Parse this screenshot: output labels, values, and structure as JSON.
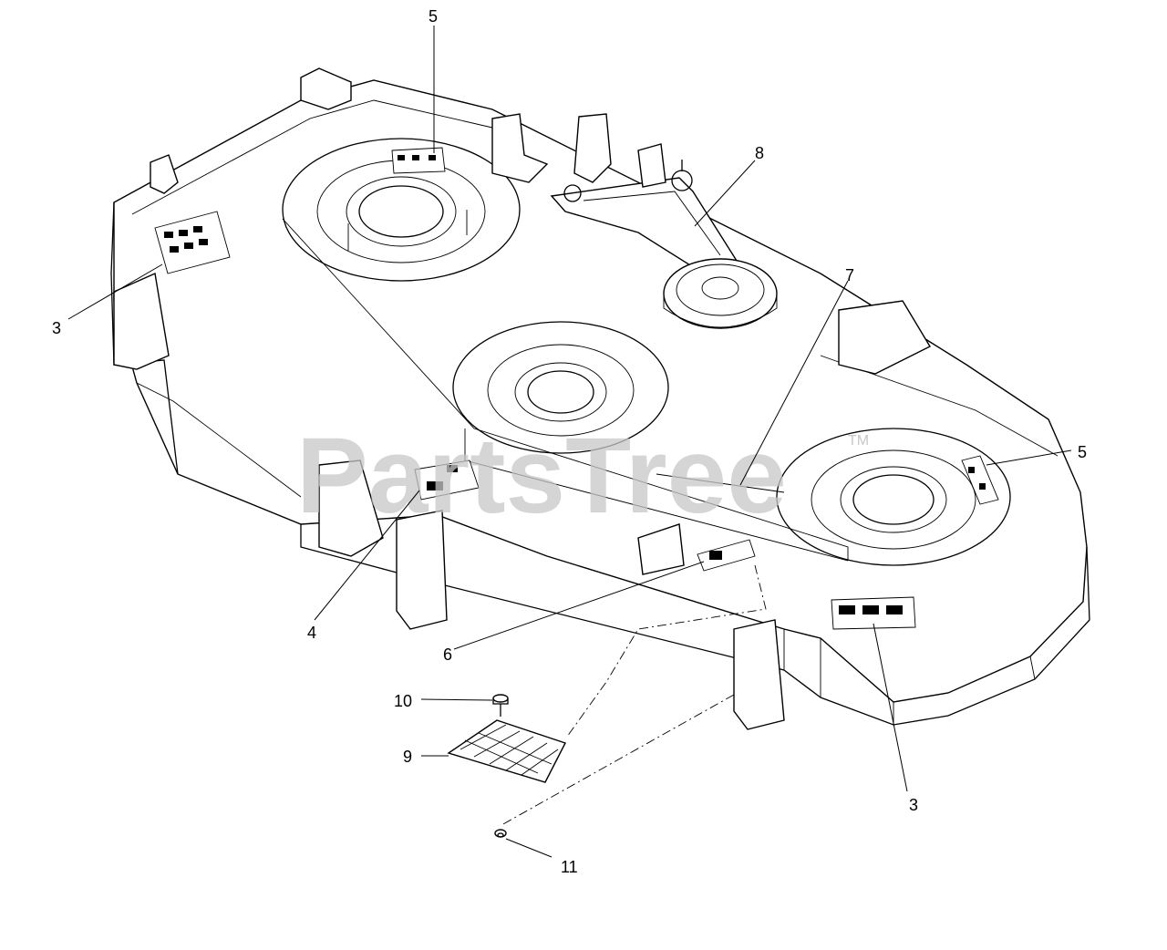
{
  "watermark": {
    "text": "PartsTree",
    "trademark": "TM"
  },
  "callouts": [
    {
      "id": "c5a",
      "label": "5"
    },
    {
      "id": "c8",
      "label": "8"
    },
    {
      "id": "c7",
      "label": "7"
    },
    {
      "id": "c3a",
      "label": "3"
    },
    {
      "id": "c5b",
      "label": "5"
    },
    {
      "id": "c4",
      "label": "4"
    },
    {
      "id": "c6",
      "label": "6"
    },
    {
      "id": "c3b",
      "label": "3"
    },
    {
      "id": "c10",
      "label": "10"
    },
    {
      "id": "c9",
      "label": "9"
    },
    {
      "id": "c11",
      "label": "11"
    }
  ],
  "colors": {
    "line": "#000000",
    "watermark": "#c8c8c8",
    "background": "#ffffff"
  }
}
